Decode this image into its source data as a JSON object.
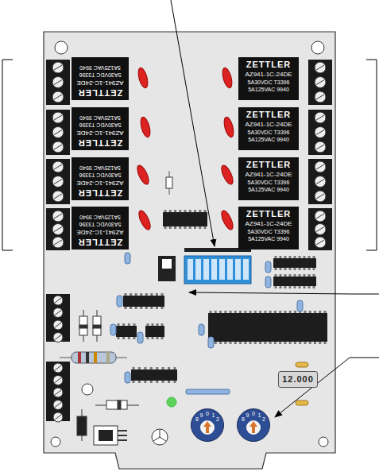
{
  "diagram": {
    "nodes": [
      {
        "text": [
          "ZETTLER",
          "AZ941-1C-24DE",
          "5A30VDC T3396",
          "5A125VAC 9940"
        ]
      },
      {
        "text": [
          "ZETTLER",
          "AZ941-1C-24DE",
          "5A30VDC T3396",
          "5A125VAC 9940"
        ]
      },
      {
        "text": [
          "ZETTLER",
          "AZ941-1C-24DE",
          "5A30VDC T3396",
          "5A125VAC 9940"
        ]
      },
      {
        "text": [
          "ZETTLER",
          "AZ941-1C-24DE",
          "5A30VDC T3396",
          "5A125VAC 9940"
        ]
      },
      {
        "text": [
          "ZETTLER",
          "AZ941-1C-24DE",
          "5A30VDC T3396",
          "5A125VAC 9940"
        ]
      },
      {
        "text": [
          "ZETTLER",
          "AZ941-1C-24DE",
          "5A30VDC T3396",
          "5A125VAC 9940"
        ]
      },
      {
        "text": [
          "ZETTLER",
          "AZ941-1C-24DE",
          "5A30VDC T3396",
          "5A125VAC 9940"
        ]
      },
      {
        "text": [
          "ZETTLER",
          "AZ941-1C-24DE",
          "5A30VDC T3396",
          "5A125VAC 9940"
        ]
      },
      {
        "text": [
          "12.000"
        ]
      },
      {
        "text": [
          "8",
          "9",
          "0",
          "1",
          "2"
        ]
      },
      {
        "text": [
          "8",
          "9",
          "0",
          "1",
          "2"
        ]
      }
    ]
  }
}
